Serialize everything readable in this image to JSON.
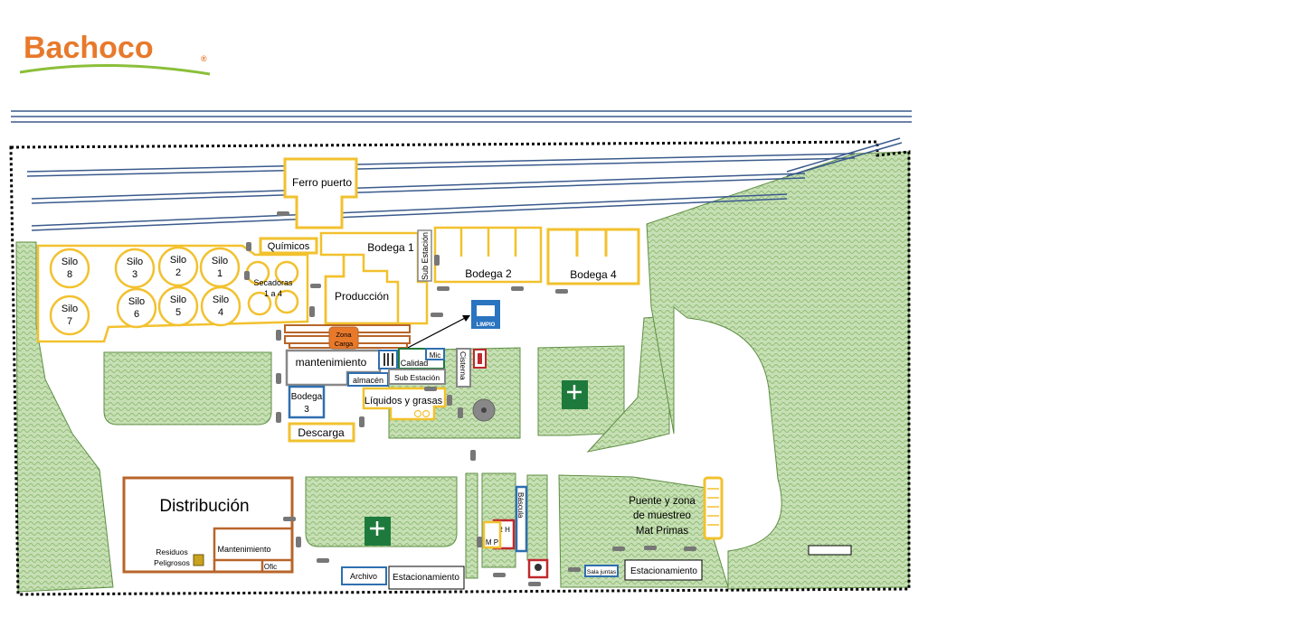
{
  "logo": {
    "text": "Bachoco",
    "mark": "®",
    "color": "#e8792b",
    "swoosh_color": "#8bbf3a"
  },
  "colors": {
    "green_area": "#bcd9a8",
    "green_edge": "#5f8f44",
    "rail": "#3a5a8c",
    "yellow": "#f2c12e",
    "brown": "#b8652a",
    "blue": "#2e6fb0",
    "gray": "#888888",
    "orange_fill": "#e8792b",
    "red": "#c0282d",
    "emergency_green": "#1e7a3c",
    "sign_blue": "#2a74c0"
  },
  "areas": {
    "ferro_puerto": "Ferro puerto",
    "quimicos": "Químicos",
    "bodega1": "Bodega 1",
    "bodega2": "Bodega 2",
    "bodega4": "Bodega 4",
    "sub_estacion_v": "Sub Estación",
    "produccion": "Producción",
    "secadoras_1": "Secadoras",
    "secadoras_2": "1 a 4",
    "zona_carga_1": "Zona",
    "zona_carga_2": "Carga",
    "mantenimiento": "mantenimiento",
    "almacen": "almacén",
    "calidad": "Calidad",
    "mic": "Mic",
    "sub_estacion_h": "Sub Estación",
    "cisterna": "Cisterna",
    "bodega3_1": "Bodega",
    "bodega3_2": "3",
    "liquidos": "Líquidos y grasas",
    "descarga": "Descarga",
    "distribucion": "Distribución",
    "residuos_1": "Residuos",
    "residuos_2": "Peligrosos",
    "mantenimiento2": "Mantenimiento",
    "ofic": "Ofic",
    "bascula": "Báscula",
    "rh": "R H",
    "mp": "M P",
    "archivo": "Archivo",
    "estacionamiento1": "Estacionamiento",
    "sala_juntas": "Sala juntas",
    "estacionamiento2": "Estacionamiento",
    "puente_1": "Puente y zona",
    "puente_2": "de muestreo",
    "puente_3": "Mat Primas",
    "sign_limpio": "LIMPIO"
  },
  "silos": [
    {
      "l1": "Silo",
      "l2": "8"
    },
    {
      "l1": "Silo",
      "l2": "7"
    },
    {
      "l1": "Silo",
      "l2": "3"
    },
    {
      "l1": "Silo",
      "l2": "6"
    },
    {
      "l1": "Silo",
      "l2": "2"
    },
    {
      "l1": "Silo",
      "l2": "5"
    },
    {
      "l1": "Silo",
      "l2": "1"
    },
    {
      "l1": "Silo",
      "l2": "4"
    }
  ]
}
